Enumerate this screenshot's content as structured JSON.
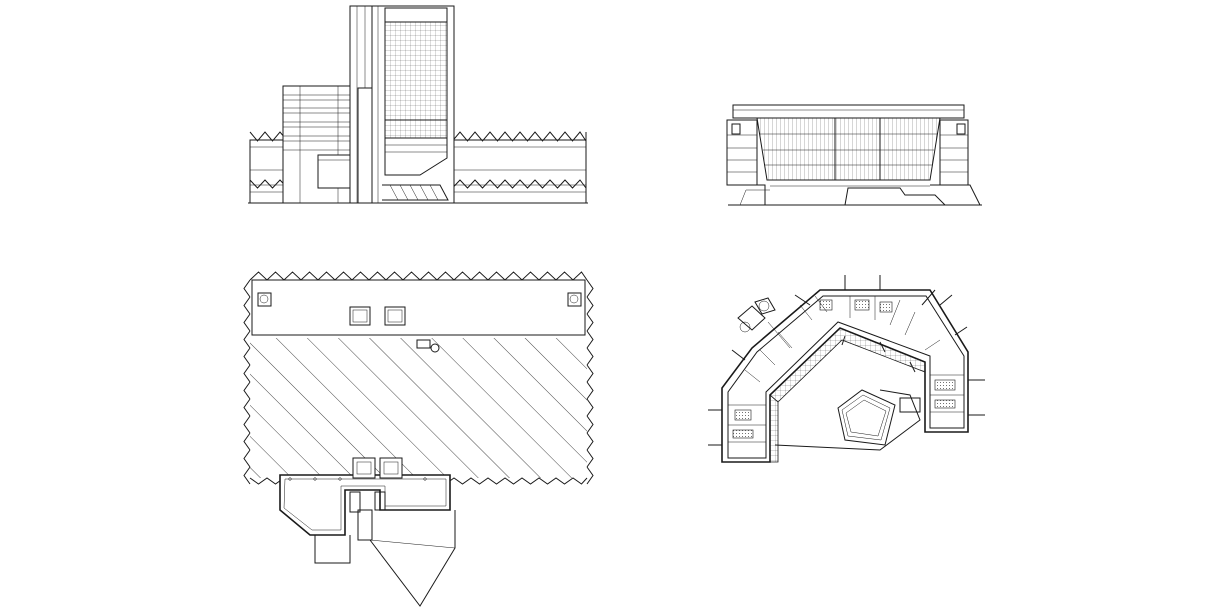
{
  "drawing": {
    "panels": [
      {
        "id": "elevation-left"
      },
      {
        "id": "elevation-right"
      },
      {
        "id": "plan-left"
      },
      {
        "id": "plan-right"
      }
    ]
  }
}
